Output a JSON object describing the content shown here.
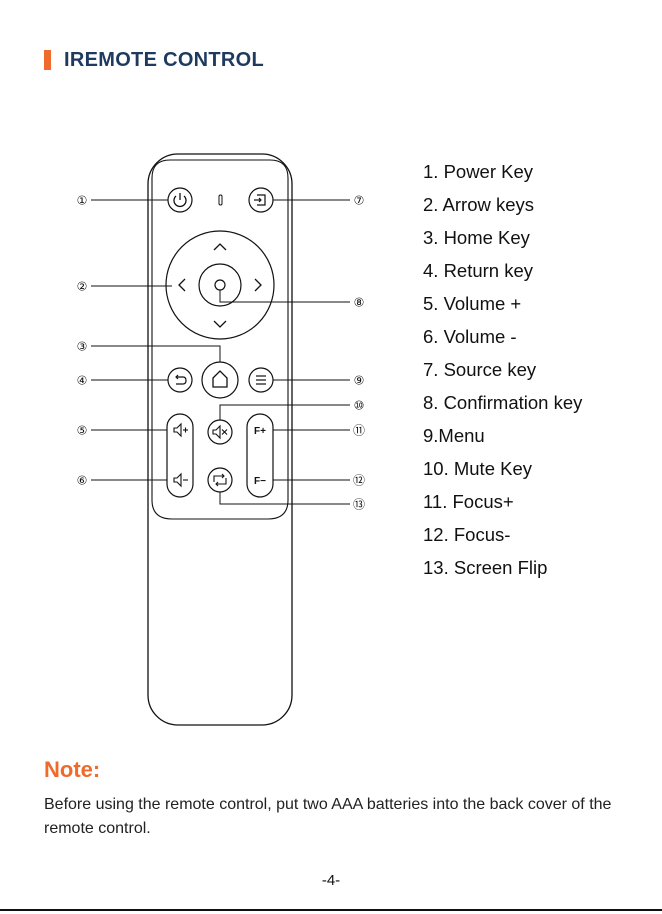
{
  "header": {
    "title": "IREMOTE CONTROL",
    "accent_color": "#ee6b2b",
    "title_color": "#1f3a5f"
  },
  "remote": {
    "callouts": [
      "①",
      "②",
      "③",
      "④",
      "⑤",
      "⑥",
      "⑦",
      "⑧",
      "⑨",
      "⑩",
      "⑪",
      "⑫",
      "⑬"
    ],
    "focus_plus_label": "F+",
    "focus_minus_label": "F−"
  },
  "legend": {
    "items": [
      "1. Power Key",
      "2. Arrow keys",
      "3. Home Key",
      "4. Return key",
      "5. Volume +",
      "6. Volume -",
      "7. Source key",
      "8. Confirmation key",
      "9.Menu",
      "10. Mute Key",
      "11. Focus+",
      "12. Focus-",
      "13. Screen Flip"
    ]
  },
  "note": {
    "title": "Note:",
    "text": "Before using the remote control, put two AAA batteries into the back cover of the remote control."
  },
  "footer": {
    "page_number": "-4-"
  }
}
